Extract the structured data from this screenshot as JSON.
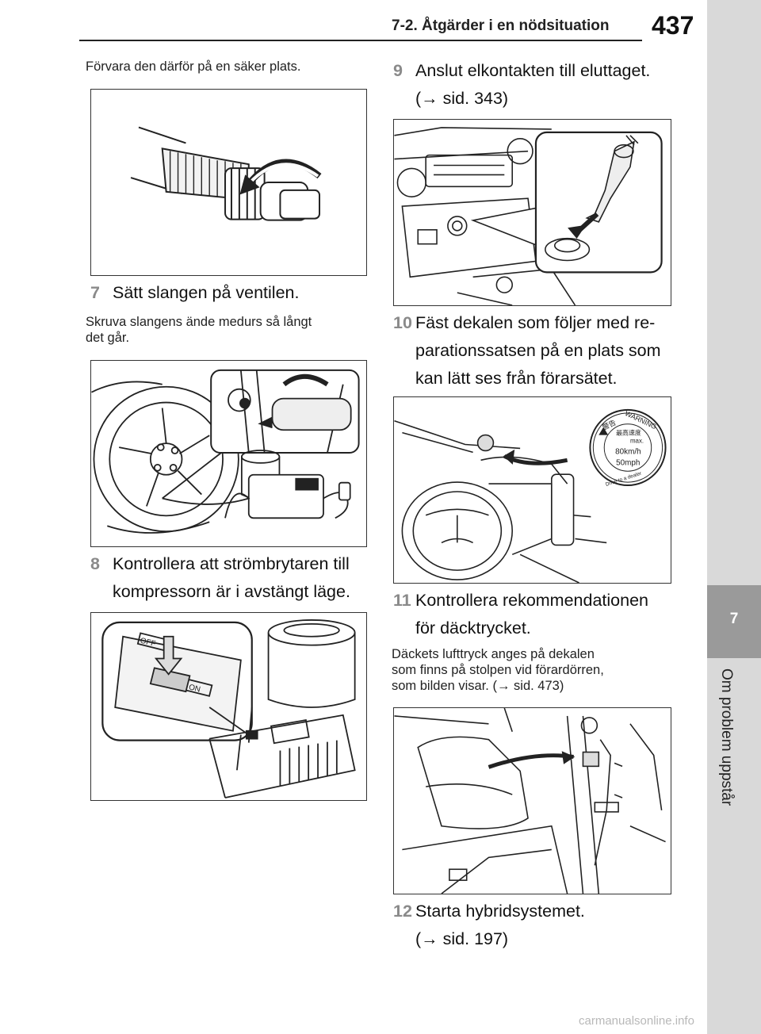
{
  "header": {
    "title": "7-2. Åtgärder i en nödsituation",
    "page_number": "437"
  },
  "side_tab": {
    "chapter_number": "7",
    "chapter_label": "Om problem uppstår"
  },
  "left_column": {
    "intro": "Förvara den därför på en säker plats.",
    "step7": {
      "number": "7",
      "text": "Sätt slangen på ventilen."
    },
    "step7_note_line1": "Skruva slangens ände medurs så långt",
    "step7_note_line2": "det går.",
    "step8": {
      "number": "8",
      "line1": "Kontrollera att strömbrytaren till",
      "line2": "kompressorn är i avstängt läge."
    }
  },
  "right_column": {
    "step9": {
      "number": "9",
      "line1": "Anslut elkontakten till eluttaget.",
      "line2": "(→ sid. 343)"
    },
    "step10": {
      "number": "10",
      "line1": "Fäst dekalen som följer med re-",
      "line2": "parationssatsen på en plats som",
      "line3": "kan lätt ses från förarsätet."
    },
    "warning_label": {
      "word": "WARNING",
      "kanji_top": "警告",
      "speed_title": "最高速度",
      "max": "max.",
      "kmh": "80km/h",
      "mph": "50mph",
      "dealer": "Drive to a dealer"
    },
    "step11": {
      "number": "11",
      "line1": "Kontrollera rekommendationen",
      "line2": "för däcktrycket."
    },
    "step11_note_line1": "Däckets lufttryck anges på dekalen",
    "step11_note_line2": "som finns på stolpen vid förardörren,",
    "step11_note_line3": "som bilden visar. (→ sid. 473)",
    "step12": {
      "number": "12",
      "line1": "Starta hybridsystemet.",
      "line2": "(→ sid. 197)"
    }
  },
  "switch_labels": {
    "off": "OFF",
    "on": "ON"
  },
  "watermark": "carmanualsonline.info"
}
